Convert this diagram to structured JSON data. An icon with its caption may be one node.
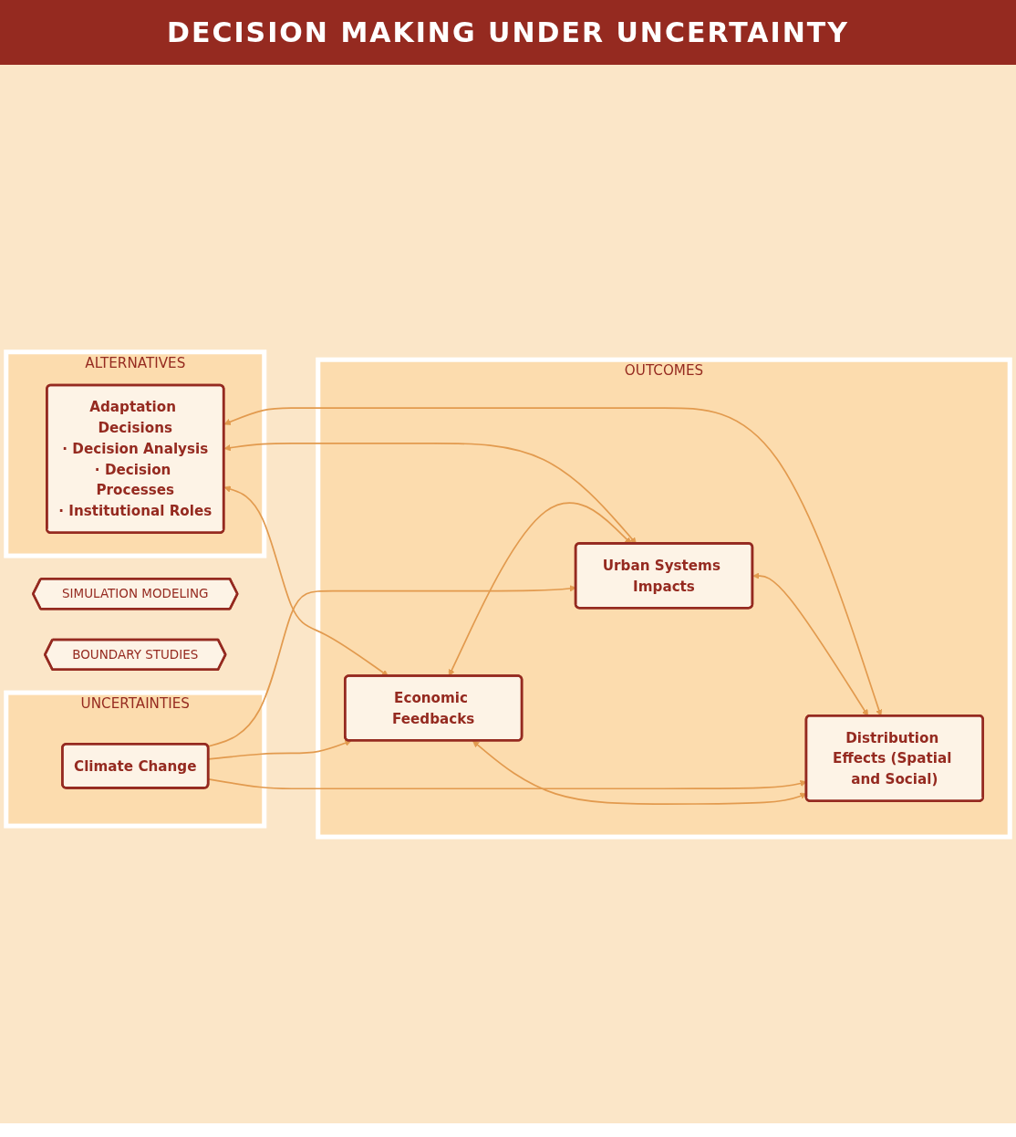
{
  "diagram": {
    "title": "DECISION MAKING UNDER UNCERTAINTY",
    "nodes": [
      {
        "text": [
          "ALTERNATIVES"
        ]
      },
      {
        "text": [
          "Adaptation Decisions",
          "· Decision Analysis",
          "· Decision Processes",
          "· Institutional Roles"
        ],
        "in": 0
      },
      {
        "text": [
          "OUTCOMES"
        ]
      },
      {
        "text": [
          "Economic Feedbacks"
        ],
        "in": 2
      },
      {
        "text": [
          "Urban Systems Impacts"
        ],
        "in": 2
      },
      {
        "text": [
          "Distribution Effects (Spatial and Social)"
        ],
        "in": 2
      },
      {
        "text": [
          "UNCERTAINTIES"
        ]
      },
      {
        "text": [
          "Climate Change"
        ],
        "in": 6
      },
      {
        "text": [
          "SIMULATION MODELING"
        ]
      },
      {
        "text": [
          "BOUNDARY STUDIES"
        ]
      }
    ],
    "edges": [
      {
        "from": 1,
        "to": 3,
        "arrow": "both"
      },
      {
        "from": 1,
        "to": 4,
        "arrow": "both"
      },
      {
        "from": 1,
        "to": 5,
        "arrow": "both"
      },
      {
        "from": 3,
        "to": 4,
        "arrow": "both"
      },
      {
        "from": 4,
        "to": 5,
        "arrow": "both"
      },
      {
        "from": 7,
        "to": 3,
        "arrow": "to"
      },
      {
        "from": 7,
        "to": 4,
        "arrow": "to"
      },
      {
        "from": 7,
        "to": 5,
        "arrow": "to"
      },
      {
        "from": 3,
        "to": 5,
        "arrow": "both"
      }
    ]
  }
}
